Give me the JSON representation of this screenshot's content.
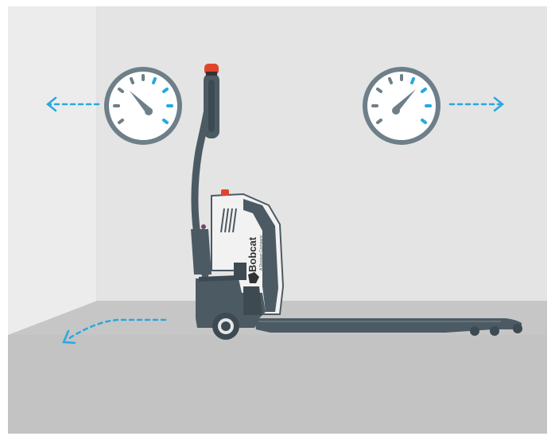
{
  "brand": {
    "name": "Bobcat",
    "tagline": "A Doosan Company"
  },
  "gauges": [
    {
      "id": "left",
      "level": 0.3,
      "arrow_direction": "left"
    },
    {
      "id": "right",
      "level": 0.65,
      "arrow_direction": "right"
    }
  ],
  "floor_arrow": {
    "direction": "down-left"
  },
  "colors": {
    "background_wall": "#e3e3e3",
    "side_wall": "#e8e8e8",
    "floor": "#c4c4c4",
    "accent_blue": "#29a8e0",
    "gauge_ring": "#6e7f8a",
    "truck_dark": "#4c5a63",
    "truck_light": "#f2f2f2",
    "handle_red": "#e0452c"
  },
  "icons": {
    "left_gauge": "speedometer-icon",
    "right_gauge": "speedometer-icon",
    "logo": "bobcat-logo"
  }
}
